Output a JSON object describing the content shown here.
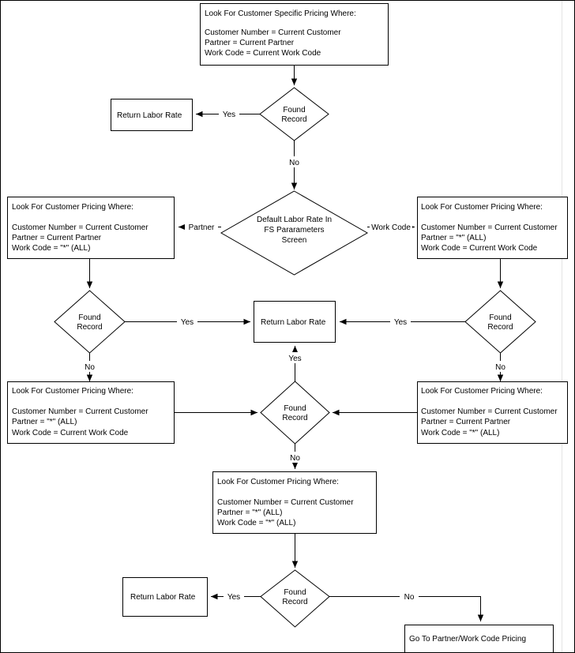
{
  "diagram": {
    "title": "Customer Pricing Lookup Flowchart",
    "type": "flowchart",
    "background_color": "#ffffff",
    "line_color": "#000000",
    "nodes": [
      {
        "id": "n1",
        "shape": "process",
        "lines": [
          "Look For Customer Specific Pricing Where:",
          "",
          "Customer Number = Current Customer",
          "Partner = Current Partner",
          "Work Code = Current Work Code"
        ]
      },
      {
        "id": "d1",
        "shape": "decision",
        "lines": [
          "Found",
          "Record"
        ]
      },
      {
        "id": "r1",
        "shape": "process",
        "lines": [
          "Return Labor Rate"
        ]
      },
      {
        "id": "d2",
        "shape": "decision",
        "lines": [
          "Default Labor Rate In",
          "FS Pararameters",
          "Screen"
        ]
      },
      {
        "id": "n2",
        "shape": "process",
        "lines": [
          "Look For Customer Pricing Where:",
          "",
          "Customer Number = Current Customer",
          "Partner = Current Partner",
          "Work Code = \"*\" (ALL)"
        ]
      },
      {
        "id": "n3",
        "shape": "process",
        "lines": [
          "Look For Customer  Pricing Where:",
          "",
          "Customer Number = Current Customer",
          "Partner = \"*\" (ALL)",
          "Work Code = Current Work Code"
        ]
      },
      {
        "id": "d3",
        "shape": "decision",
        "lines": [
          "Found",
          "Record"
        ]
      },
      {
        "id": "d4",
        "shape": "decision",
        "lines": [
          "Found",
          "Record"
        ]
      },
      {
        "id": "r2",
        "shape": "process",
        "lines": [
          "Return Labor Rate"
        ]
      },
      {
        "id": "n4",
        "shape": "process",
        "lines": [
          "Look For Customer  Pricing Where:",
          "",
          "Customer Number = Current Customer",
          "Partner = \"*\" (ALL)",
          "Work Code = Current Work Code"
        ]
      },
      {
        "id": "n5",
        "shape": "process",
        "lines": [
          "Look For Customer Pricing Where:",
          "",
          "Customer Number = Current Customer",
          "Partner = Current Partner",
          "Work Code = \"*\" (ALL)"
        ]
      },
      {
        "id": "d5",
        "shape": "decision",
        "lines": [
          "Found",
          "Record"
        ]
      },
      {
        "id": "n6",
        "shape": "process",
        "lines": [
          "Look For Customer Pricing Where:",
          "",
          "Customer Number = Current Customer",
          "Partner = \"*\" (ALL)",
          "Work Code = \"*\" (ALL)"
        ]
      },
      {
        "id": "d6",
        "shape": "decision",
        "lines": [
          "Found",
          "Record"
        ]
      },
      {
        "id": "r3",
        "shape": "process",
        "lines": [
          "Return Labor Rate"
        ]
      },
      {
        "id": "n7",
        "shape": "process",
        "lines": [
          "Go To Partner/Work Code Pricing"
        ]
      }
    ],
    "edge_labels": {
      "d1_yes": "Yes",
      "d1_no": "No",
      "d2_partner": "Partner",
      "d2_workcode": "Work Code",
      "d3_yes": "Yes",
      "d3_no": "No",
      "d4_yes": "Yes",
      "d4_no": "No",
      "d5_yes": "Yes",
      "d5_no": "No",
      "d6_yes": "Yes",
      "d6_no": "No"
    }
  }
}
